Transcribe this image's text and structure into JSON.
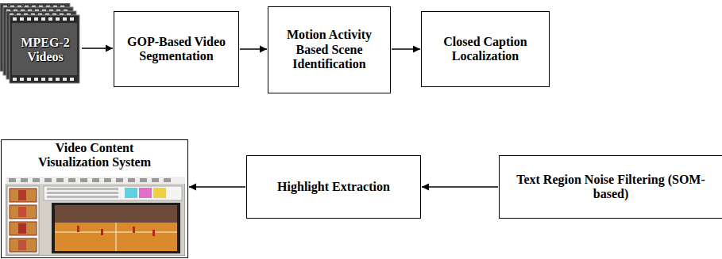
{
  "diagram": {
    "nodes": [
      {
        "text": [
          "MPEG-2 Videos"
        ]
      },
      {
        "text": [
          "GOP-Based Video Segmentation"
        ]
      },
      {
        "text": [
          "Motion Activity Based Scene Identification"
        ]
      },
      {
        "text": [
          "Closed Caption Localization"
        ]
      },
      {
        "text": [
          "Text Region Noise Filtering (SOM-based)"
        ]
      },
      {
        "text": [
          "Highlight Extraction"
        ]
      },
      {
        "text": [
          "Video Content Visualization System"
        ]
      }
    ],
    "edges": [
      {
        "from": 0,
        "to": 1,
        "arrow": "to"
      },
      {
        "from": 1,
        "to": 2,
        "arrow": "to"
      },
      {
        "from": 2,
        "to": 3,
        "arrow": "to"
      },
      {
        "from": 4,
        "to": 5,
        "arrow": "to"
      },
      {
        "from": 5,
        "to": 6,
        "arrow": "to"
      }
    ]
  }
}
